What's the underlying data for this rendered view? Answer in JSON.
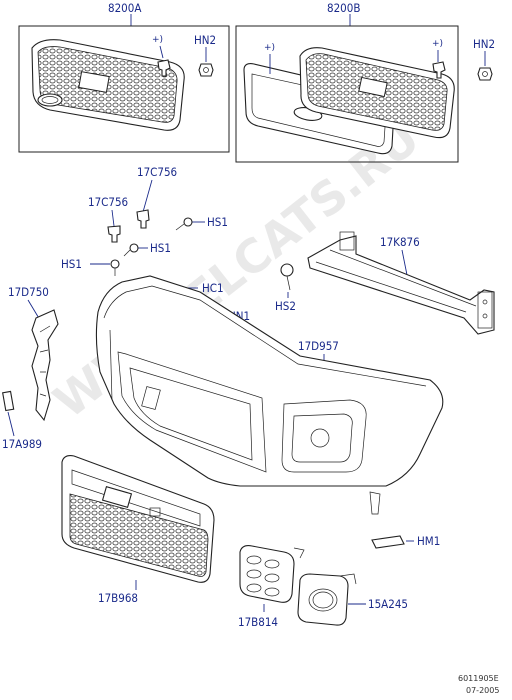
{
  "labels": {
    "kit_a": "8200A",
    "kit_b": "8200B",
    "hn2_a": "HN2",
    "hn2_b": "HN2",
    "ref_plus_a": "+)",
    "ref_plus_b1": "+)",
    "ref_plus_b2": "+)",
    "p17c756_top": "17C756",
    "p17c756_mid": "17C756",
    "hs1_a": "HS1",
    "hs1_b": "HS1",
    "hs1_c": "HS1",
    "p17k876": "17K876",
    "p17d750": "17D750",
    "hc1": "HC1",
    "hn1": "HN1",
    "hs2": "HS2",
    "p17d957": "17D957",
    "p17a989": "17A989",
    "hm1": "HM1",
    "p17b968": "17B968",
    "p17b814": "17B814",
    "p15a245": "15A245"
  },
  "watermark": "WWW.ELCATS.RU",
  "footer": {
    "drawing_no": "6011905E",
    "date": "07-2005"
  }
}
